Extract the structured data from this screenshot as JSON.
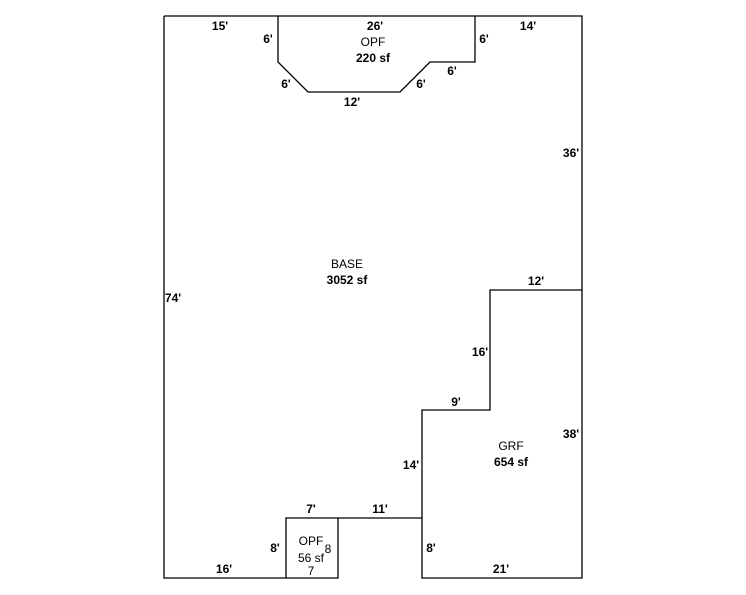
{
  "areas": {
    "base": {
      "name": "BASE",
      "area": "3052 sf"
    },
    "opf_top": {
      "name": "OPF",
      "area": "220 sf"
    },
    "grf": {
      "name": "GRF",
      "area": "654 sf"
    },
    "opf_bottom": {
      "name": "OPF",
      "area": "56 sf",
      "side_right": "8",
      "side_bottom": "7"
    }
  },
  "dimensions": {
    "top_left": "15'",
    "top_opf": "26'",
    "top_right": "14'",
    "opf_left": "6'",
    "opf_right": "6'",
    "opf_diag_left": "6'",
    "opf_bottom": "12'",
    "opf_diag_right": "6'",
    "opf_step": "6'",
    "right_upper": "36'",
    "left": "74'",
    "grf_top": "12'",
    "grf_step_vert": "16'",
    "grf_step_horiz": "9'",
    "grf_right": "38'",
    "grf_left_upper": "14'",
    "grf_left_lower": "8'",
    "grf_bottom": "21'",
    "opf_small_top": "7'",
    "base_notch": "11'",
    "opf_small_left": "8'",
    "bottom_left": "16'"
  }
}
